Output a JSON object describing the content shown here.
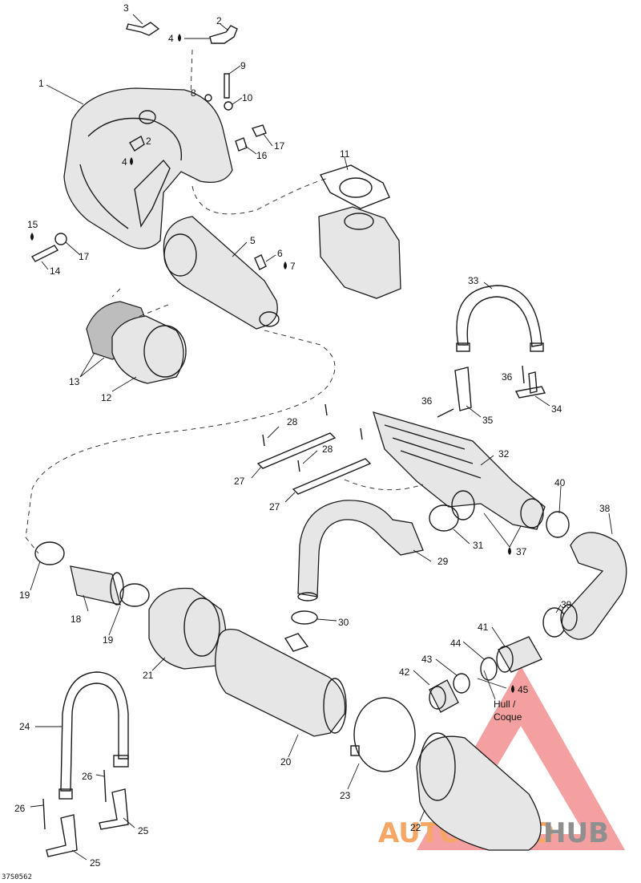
{
  "figure_code": "37S0562",
  "hull_note": {
    "line1": "Hull /",
    "line2": "Coque"
  },
  "watermark": {
    "part1": "AUTOMOTO",
    "part2": "HUB",
    "color1": "#f6a766",
    "color2": "#8f8f8f",
    "triangle_color": "#f08080"
  },
  "callouts": {
    "c1": "1",
    "c2a": "2",
    "c2b": "2",
    "c3": "3",
    "c4a": "4",
    "c4b": "4",
    "c5": "5",
    "c6": "6",
    "c7": "7",
    "c8": "8",
    "c9": "9",
    "c10": "10",
    "c11": "11",
    "c12": "12",
    "c13": "13",
    "c14": "14",
    "c15": "15",
    "c16": "16",
    "c17a": "17",
    "c17b": "17",
    "c18": "18",
    "c19a": "19",
    "c19b": "19",
    "c20": "20",
    "c21": "21",
    "c22": "22",
    "c23": "23",
    "c24": "24",
    "c25a": "25",
    "c25b": "25",
    "c26a": "26",
    "c26b": "26",
    "c27a": "27",
    "c27b": "27",
    "c28a": "28",
    "c28b": "28",
    "c29": "29",
    "c30": "30",
    "c31": "31",
    "c32": "32",
    "c33": "33",
    "c34": "34",
    "c35": "35",
    "c36a": "36",
    "c36b": "36",
    "c37": "37",
    "c38": "38",
    "c39": "39",
    "c40": "40",
    "c41": "41",
    "c42": "42",
    "c43": "43",
    "c44": "44",
    "c45": "45"
  }
}
